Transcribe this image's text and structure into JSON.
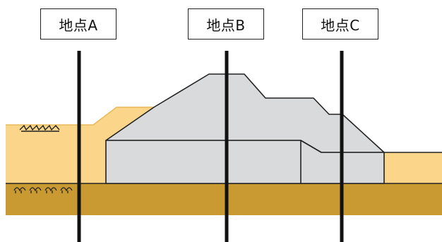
{
  "points": [
    {
      "label": "地点A"
    },
    {
      "label": "地点B"
    },
    {
      "label": "地点C"
    }
  ],
  "colors": {
    "sand": "#fbd58a",
    "sand_stroke": "#e9b95a",
    "base_layer": "#c99a31",
    "embankment": "#d9dadc",
    "outline": "#222222",
    "survey_line": "#111111"
  }
}
